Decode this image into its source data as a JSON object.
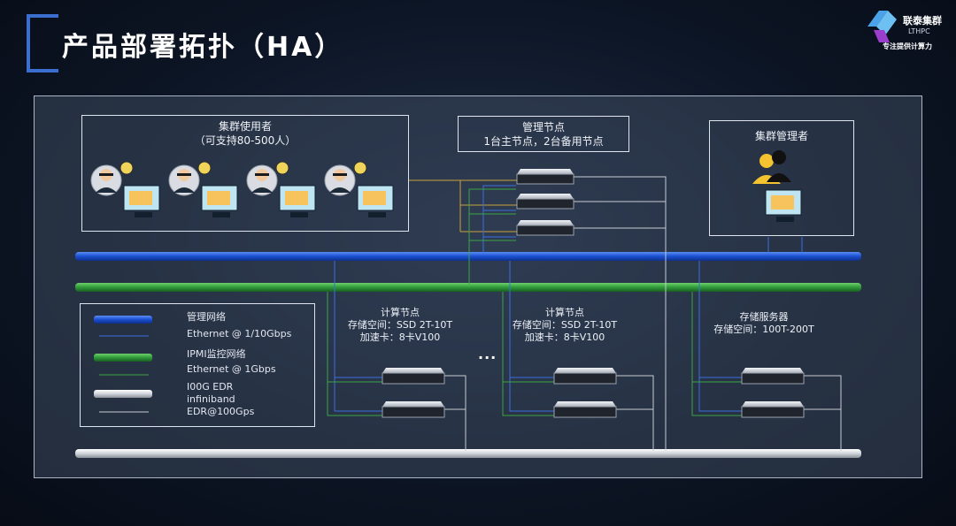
{
  "header": {
    "title": "产品部署拓扑（HA）"
  },
  "logo": {
    "name": "联泰集群",
    "sub": "LTHPC",
    "slogan": "专注提供计算力"
  },
  "users_box": {
    "title": "集群使用者",
    "subtitle": "（可支持80-500人）"
  },
  "mgmt_box": {
    "title": "管理节点",
    "subtitle": "1台主节点，2台备用节点"
  },
  "admin_box": {
    "title": "集群管理者"
  },
  "compute_nodes": [
    {
      "title": "计算节点",
      "storage": "存储空间：SSD 2T-10T",
      "accel": "加速卡：8卡V100"
    },
    {
      "title": "计算节点",
      "storage": "存储空间：SSD 2T-10T",
      "accel": "加速卡：8卡V100"
    }
  ],
  "ellipsis": "...",
  "storage_node": {
    "title": "存储服务器",
    "storage": "存储空间：100T-200T"
  },
  "legend": [
    {
      "name": "管理网络",
      "detail": "Ethernet @ 1/10Gbps",
      "color": "#1f5fe0"
    },
    {
      "name": "IPMI监控网络",
      "detail": "Ethernet @ 1Gbps",
      "color": "#2f9a3a"
    },
    {
      "name": "I00G EDR",
      "detail": "infiniband",
      "detail2": "EDR@100Gps",
      "color": "#d8dbe0"
    }
  ],
  "colors": {
    "mgmt_net": "#1f5fe0",
    "ipmi_net": "#2f9a3a",
    "ib_net": "#d8dbe0",
    "accent": "#3a6fd0"
  },
  "icons": [
    "engineer-icon",
    "lightbulb-icon",
    "monitor-icon",
    "admin-group-icon",
    "server-icon"
  ]
}
